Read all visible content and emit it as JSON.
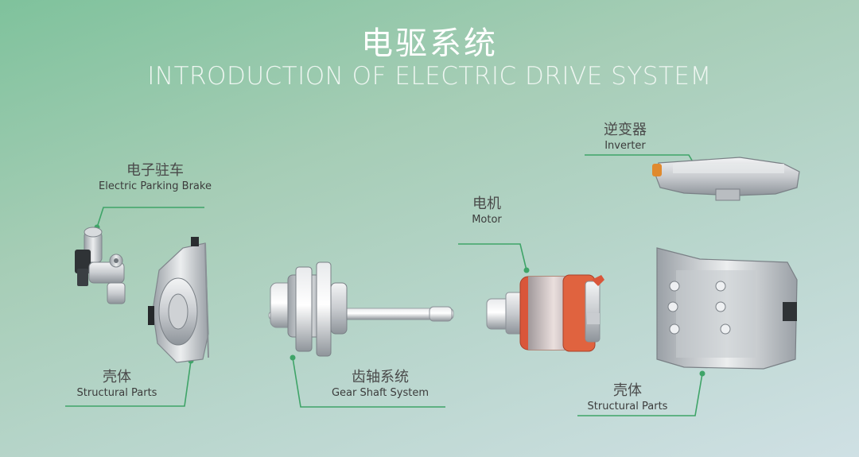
{
  "header": {
    "title_cn": "电驱系统",
    "title_en": "INTRODUCTION OF  ELECTRIC DRIVE SYSTEM"
  },
  "labels": {
    "parking_brake": {
      "cn": "电子驻车",
      "en": "Electric Parking Brake"
    },
    "housing_left": {
      "cn": "壳体",
      "en": "Structural Parts"
    },
    "gear_shaft": {
      "cn": "齿轴系统",
      "en": "Gear Shaft System"
    },
    "motor": {
      "cn": "电机",
      "en": "Motor"
    },
    "inverter": {
      "cn": "逆变器",
      "en": "Inverter"
    },
    "housing_right": {
      "cn": "壳体",
      "en": "Structural Parts"
    }
  },
  "colors": {
    "leader_line": "#3fa468",
    "leader_dot": "#3fa468",
    "motor_copper": "#d9563a",
    "metal_light": "#e4e6e8",
    "metal_dark": "#9aa0a6"
  }
}
